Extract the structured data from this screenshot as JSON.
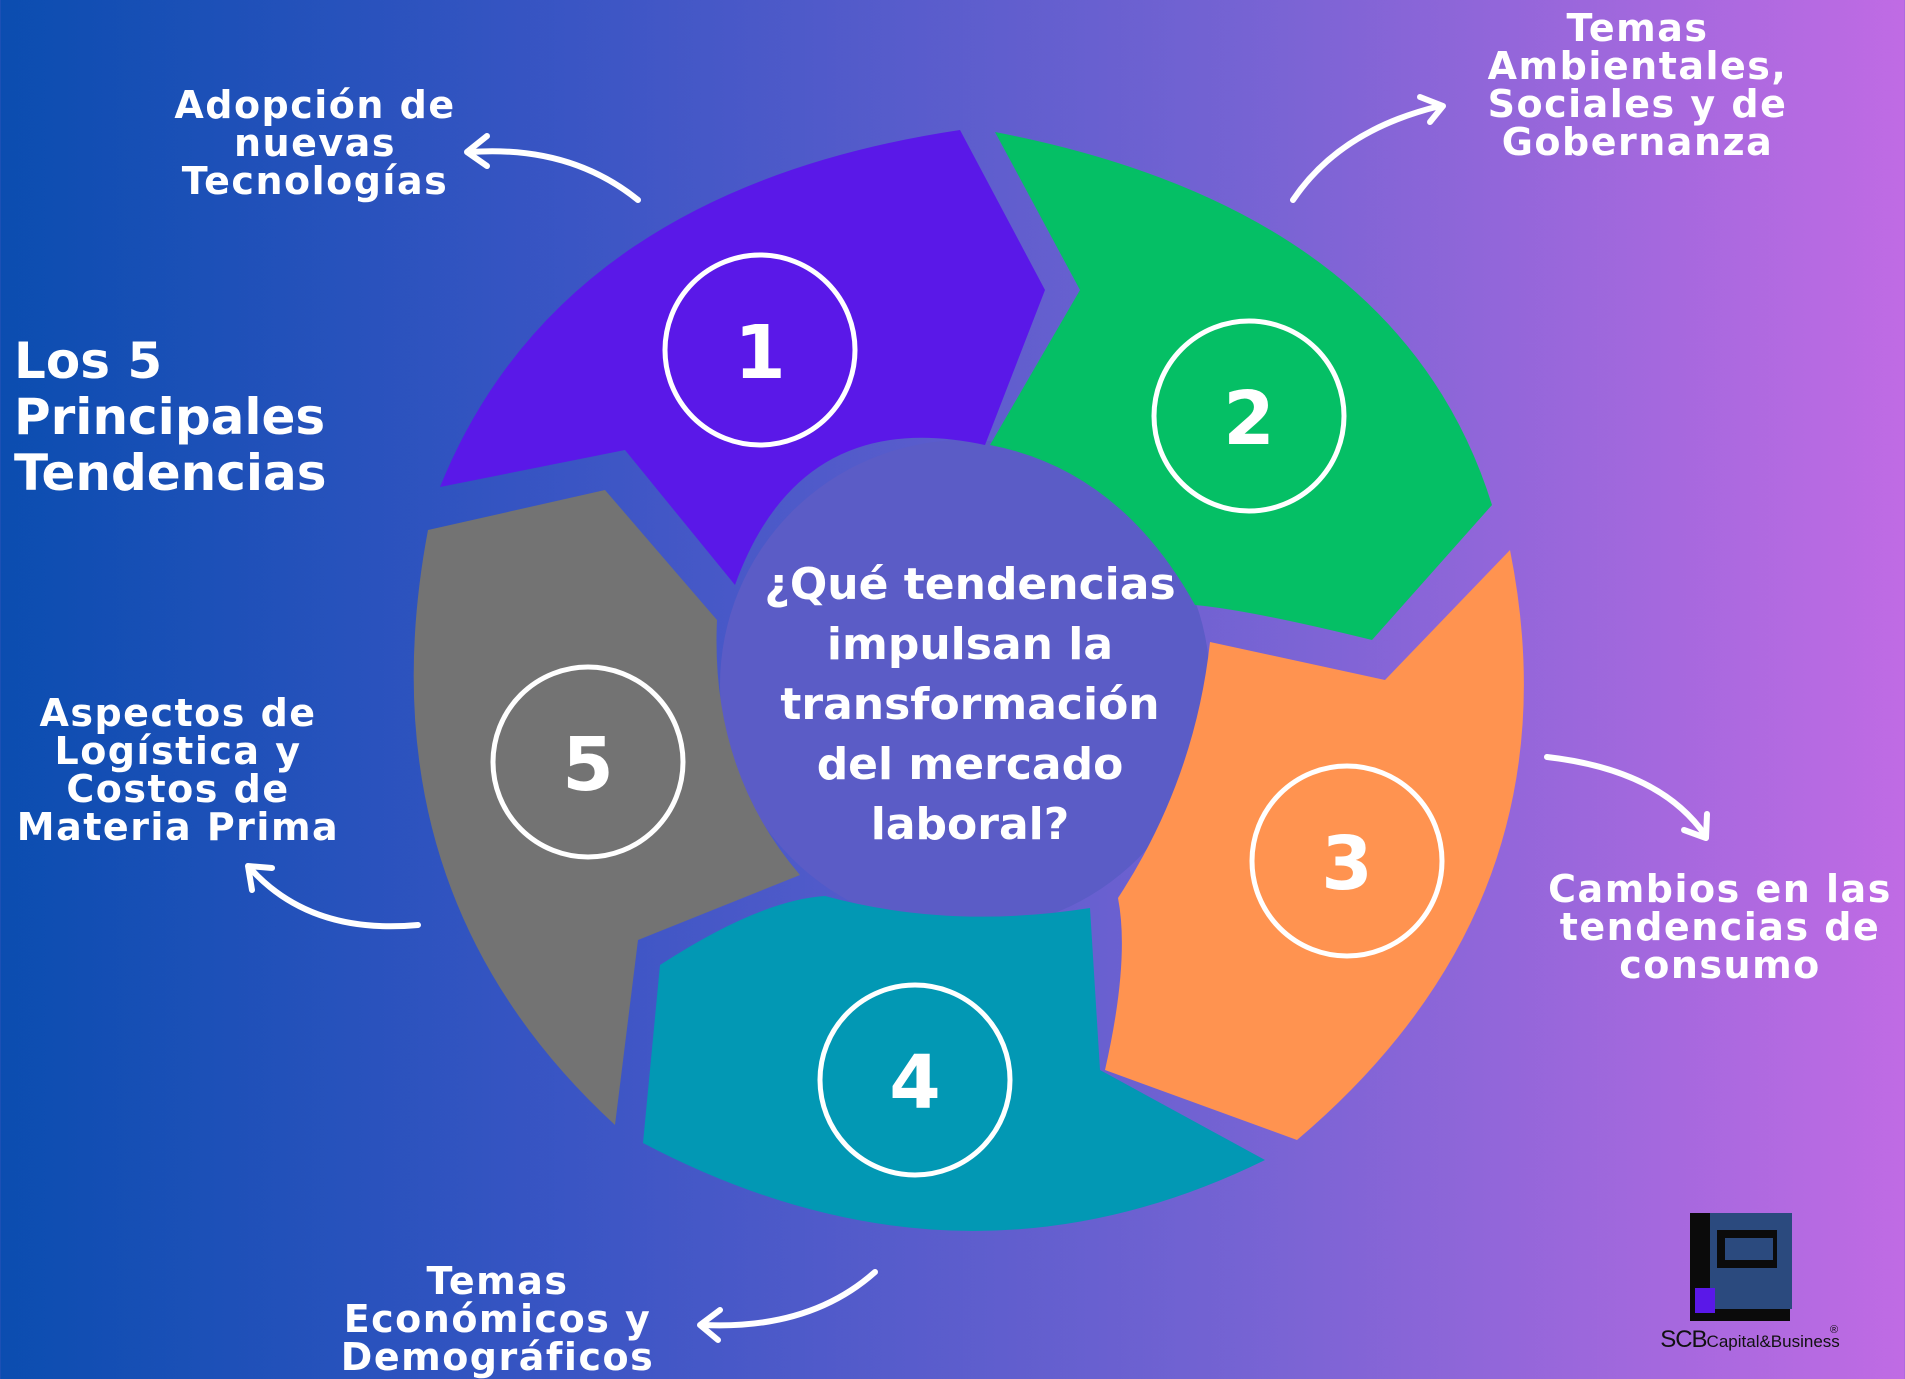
{
  "title": "Los 5\nPrincipales\nTendencias",
  "center_question": "¿Qué tendencias\nimpulsan la\ntransformación\ndel mercado\nlaboral?",
  "segments": [
    {
      "number": "1",
      "color": "#5a18e8",
      "label": "Adopción de\nnuevas\nTecnologías"
    },
    {
      "number": "2",
      "color": "#05bf65",
      "label": "Temas\nAmbientales,\nSociales y de\nGobernanza"
    },
    {
      "number": "3",
      "color": "#ff9350",
      "label": "Cambios en las\ntendencias de\nconsumo"
    },
    {
      "number": "4",
      "color": "#0298b4",
      "label": "Temas\nEconómicos y\nDemográficos"
    },
    {
      "number": "5",
      "color": "#737373",
      "label": "Aspectos de\nLogística y\nCostos de\nMateria Prima"
    }
  ],
  "logo": {
    "brand": "SCB",
    "name": "Capital&Business",
    "mark": "®"
  }
}
